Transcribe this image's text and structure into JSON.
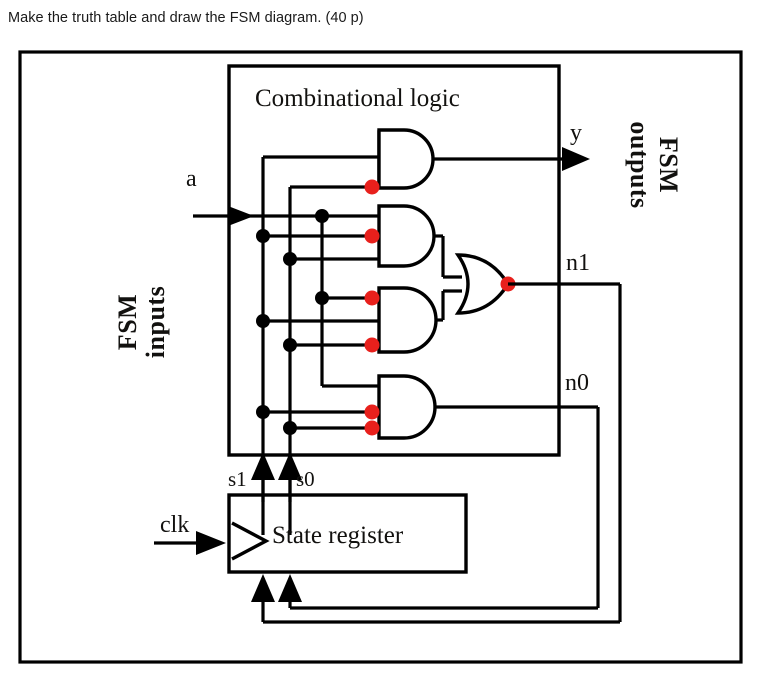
{
  "question": {
    "prompt": "Make the truth table and draw the FSM diagram. (40 p)",
    "points": "40 p"
  },
  "figure": {
    "inner_box_title": "Combinational logic",
    "state_register_label": "State register",
    "side_labels": {
      "inputs": "FSM inputs",
      "inputs_line1": "FSM",
      "inputs_line2": "inputs",
      "outputs": "FSM outputs",
      "outputs_line1": "FSM",
      "outputs_line2": "outputs"
    },
    "signals": {
      "input_a": "a",
      "clock": "clk",
      "output_y": "y",
      "next_state_1": "n1",
      "next_state_0": "n0",
      "state_1": "s1",
      "state_0": "s0"
    },
    "colors": {
      "wire": "#000000",
      "inversion_bubble": "#e8201c",
      "junction_dot": "#000000",
      "background": "#ffffff"
    },
    "gates": [
      {
        "id": "gate-y",
        "type": "and",
        "inputs": 2,
        "inverted_inputs": 1,
        "output": "y"
      },
      {
        "id": "gate-n1-upper",
        "type": "and",
        "inputs": 3,
        "inverted_inputs": 1,
        "output": "to-or"
      },
      {
        "id": "gate-n1-lower",
        "type": "and",
        "inputs": 3,
        "inverted_inputs": 2,
        "output": "to-or"
      },
      {
        "id": "gate-or-n1",
        "type": "or",
        "inputs": 2,
        "inverted_inputs": 0,
        "output": "n1"
      },
      {
        "id": "gate-n0",
        "type": "and",
        "inputs": 3,
        "inverted_inputs": 2,
        "output": "n0"
      }
    ],
    "state_register": {
      "clock_input": "clk",
      "data_inputs": [
        "n1",
        "n0"
      ],
      "outputs": [
        "s1",
        "s0"
      ],
      "has_clock_triangle": true
    }
  }
}
